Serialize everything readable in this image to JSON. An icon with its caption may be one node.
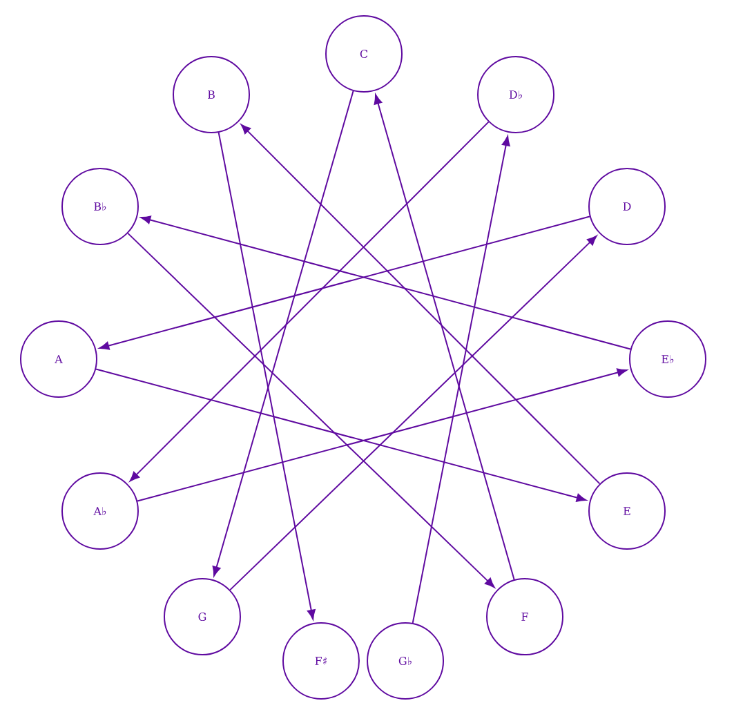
{
  "diagram": {
    "nodes": [
      {
        "text": [
          "C"
        ]
      },
      {
        "text": [
          "D♭"
        ]
      },
      {
        "text": [
          "D"
        ]
      },
      {
        "text": [
          "E♭"
        ]
      },
      {
        "text": [
          "E"
        ]
      },
      {
        "text": [
          "F"
        ]
      },
      {
        "text": [
          "G♭"
        ]
      },
      {
        "text": [
          "F♯"
        ]
      },
      {
        "text": [
          "G"
        ]
      },
      {
        "text": [
          "A♭"
        ]
      },
      {
        "text": [
          "A"
        ]
      },
      {
        "text": [
          "B♭"
        ]
      },
      {
        "text": [
          "B"
        ]
      }
    ],
    "edges": [
      {
        "from": 0,
        "to": 8,
        "arrow": "to"
      },
      {
        "from": 8,
        "to": 2,
        "arrow": "to"
      },
      {
        "from": 2,
        "to": 10,
        "arrow": "to"
      },
      {
        "from": 10,
        "to": 4,
        "arrow": "to"
      },
      {
        "from": 4,
        "to": 12,
        "arrow": "to"
      },
      {
        "from": 12,
        "to": 7,
        "arrow": "to"
      },
      {
        "from": 6,
        "to": 1,
        "arrow": "to"
      },
      {
        "from": 1,
        "to": 9,
        "arrow": "to"
      },
      {
        "from": 9,
        "to": 3,
        "arrow": "to"
      },
      {
        "from": 3,
        "to": 11,
        "arrow": "to"
      },
      {
        "from": 11,
        "to": 5,
        "arrow": "to"
      },
      {
        "from": 5,
        "to": 0,
        "arrow": "to"
      }
    ]
  }
}
